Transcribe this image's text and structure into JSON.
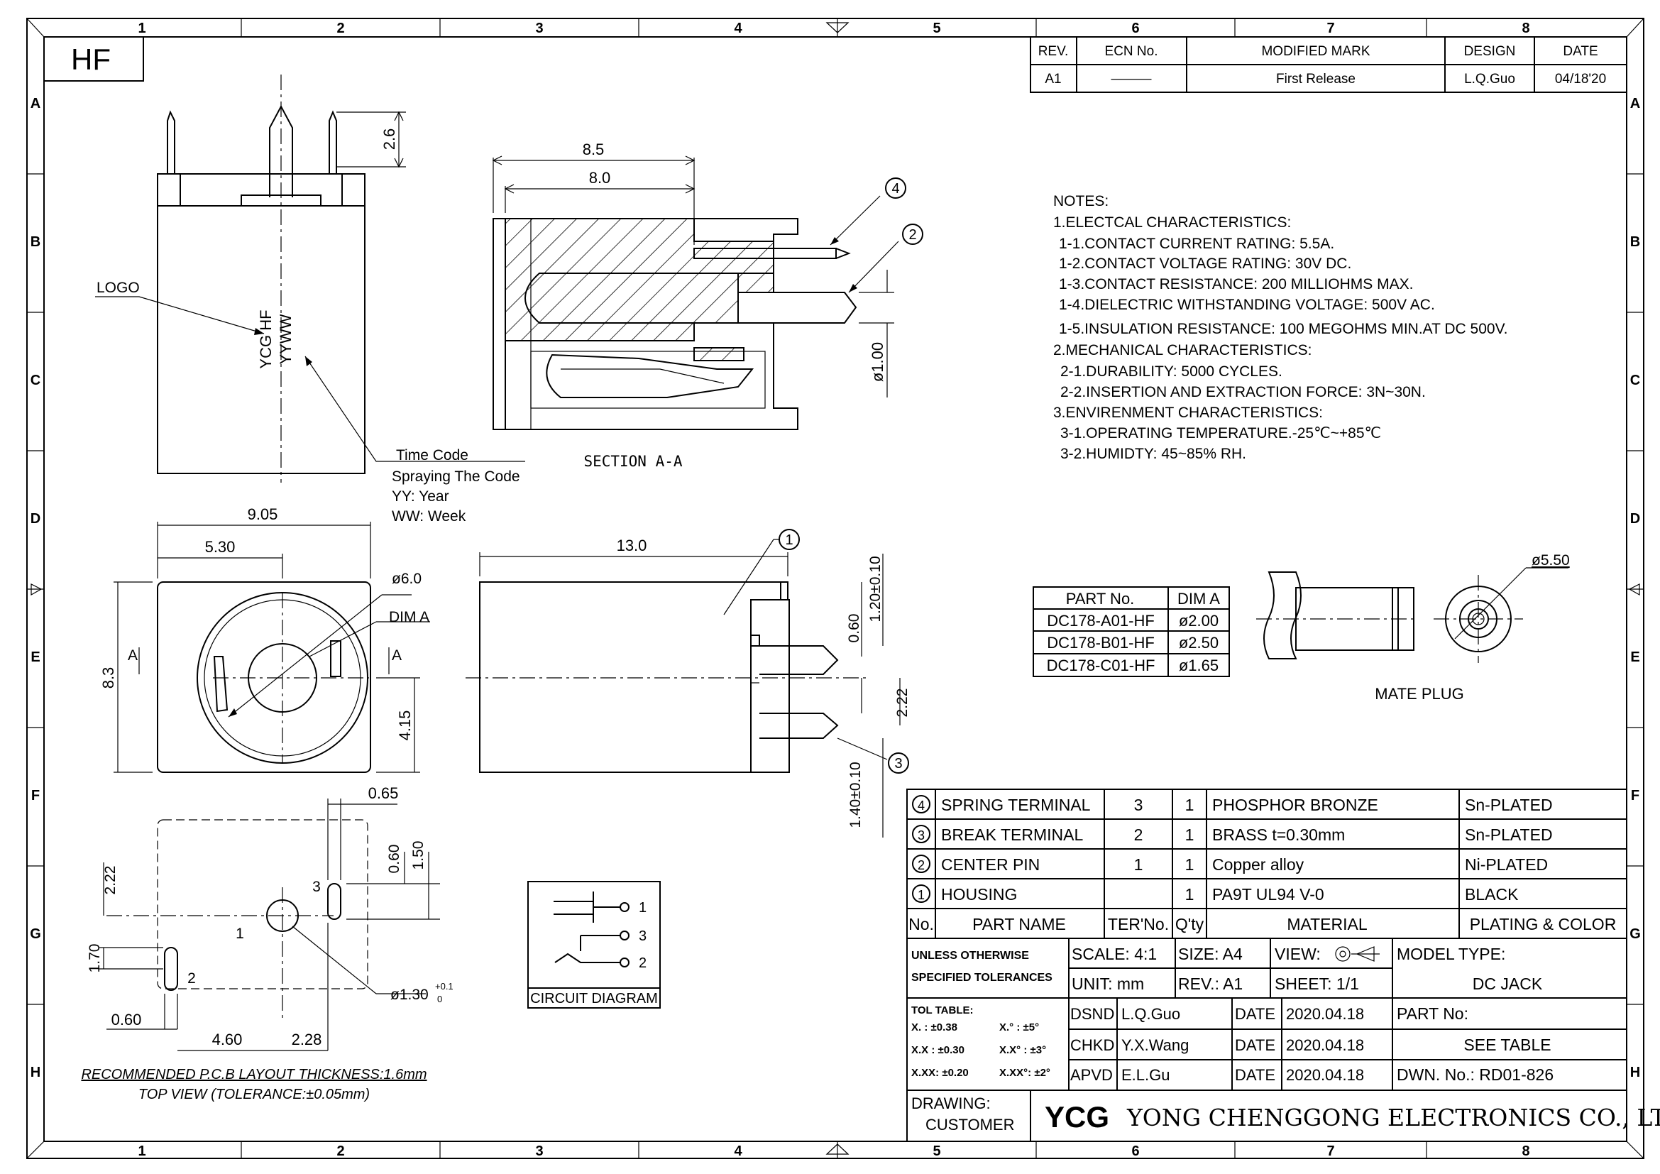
{
  "zones": {
    "columns": [
      "1",
      "2",
      "3",
      "4",
      "5",
      "6",
      "7",
      "8"
    ],
    "rows": [
      "A",
      "B",
      "C",
      "D",
      "E",
      "F",
      "G",
      "H"
    ]
  },
  "hf_badge": "HF",
  "revision": {
    "headers": [
      "REV.",
      "ECN No.",
      "MODIFIED MARK",
      "DESIGN",
      "DATE"
    ],
    "row": [
      "A1",
      "———",
      "First Release",
      "L.Q.Guo",
      "04/18'20"
    ]
  },
  "notes": [
    "NOTES:",
    "1.ELECTCAL CHARACTERISTICS:",
    "1-1.CONTACT CURRENT RATING: 5.5A.",
    "1-2.CONTACT VOLTAGE RATING: 30V DC.",
    "1-3.CONTACT RESISTANCE: 200 MILLIOHMS MAX.",
    "1-4.DIELECTRIC WITHSTANDING VOLTAGE: 500V AC.",
    "1-5.INSULATION RESISTANCE: 100 MEGOHMS MIN.AT DC 500V.",
    "2.MECHANICAL CHARACTERISTICS:",
    "2-1.DURABILITY: 5000 CYCLES.",
    "2-2.INSERTION AND EXTRACTION FORCE: 3N~30N.",
    "3.ENVIRENMENT CHARACTERISTICS:",
    "3-1.OPERATING TEMPERATURE.-25℃~+85℃",
    "3-2.HUMIDTY: 45~85% RH."
  ],
  "side_view": {
    "dim_2_6": "2.6",
    "logo": "LOGO",
    "marking_1": "YCG HF",
    "marking_2": "YYWW",
    "time_code": "Time Code",
    "spraying": "Spraying The Code",
    "yy": "YY: Year",
    "ww": "WW: Week"
  },
  "section_view": {
    "dim_8_5": "8.5",
    "dim_8_0": "8.0",
    "dia_1_00": "ø1.00",
    "callout_4": "4",
    "callout_2": "2",
    "caption": "SECTION A-A"
  },
  "front_view": {
    "dim_9_05": "9.05",
    "dim_5_30": "5.30",
    "dia_6_0": "ø6.0",
    "dim_a": "DIM A",
    "dim_8_3": "8.3",
    "dim_4_15": "4.15",
    "sec_a_left": "A",
    "sec_a_right": "A"
  },
  "right_view": {
    "dim_13_0": "13.0",
    "callout_1": "1",
    "callout_3": "3",
    "dim_0_60": "0.60",
    "dim_1_20": "1.20±0.10",
    "dim_2_22": "2.22",
    "dim_1_40": "1.40±0.10"
  },
  "pcb_view": {
    "dim_0_65": "0.65",
    "dim_0_60_v": "0.60",
    "dim_1_50": "1.50",
    "dim_2_22": "2.22",
    "dim_1_70": "1.70",
    "dim_0_60_h": "0.60",
    "dim_4_60": "4.60",
    "dim_2_28": "2.28",
    "dia_1_30": "ø1.30",
    "tol_up": "+0.1",
    "tol_low": "0",
    "pin1": "1",
    "pin2": "2",
    "pin3": "3",
    "caption_1": "RECOMMENDED P.C.B LAYOUT THICKNESS:1.6mm",
    "caption_2": "TOP VIEW (TOLERANCE:±0.05mm)"
  },
  "circuit": {
    "title": "CIRCUIT DIAGRAM",
    "p1": "1",
    "p2": "2",
    "p3": "3"
  },
  "part_table": {
    "headers": [
      "PART No.",
      "DIM A"
    ],
    "rows": [
      [
        "DC178-A01-HF",
        "ø2.00"
      ],
      [
        "DC178-B01-HF",
        "ø2.50"
      ],
      [
        "DC178-C01-HF",
        "ø1.65"
      ]
    ]
  },
  "mate_plug": {
    "label": "MATE PLUG",
    "dia": "ø5.50"
  },
  "bom": {
    "rows": [
      {
        "no": "4",
        "name": "SPRING TERMINAL",
        "ter": "3",
        "qty": "1",
        "material": "PHOSPHOR BRONZE",
        "plating": "Sn-PLATED"
      },
      {
        "no": "3",
        "name": "BREAK TERMINAL",
        "ter": "2",
        "qty": "1",
        "material": "BRASS t=0.30mm",
        "plating": "Sn-PLATED"
      },
      {
        "no": "2",
        "name": "CENTER PIN",
        "ter": "1",
        "qty": "1",
        "material": "Copper alloy",
        "plating": "Ni-PLATED"
      },
      {
        "no": "1",
        "name": "HOUSING",
        "ter": "",
        "qty": "1",
        "material": "PA9T UL94 V-0",
        "plating": "BLACK"
      }
    ],
    "headers": [
      "No.",
      "PART NAME",
      "TER'No.",
      "Q'ty",
      "MATERIAL",
      "PLATING & COLOR"
    ]
  },
  "title_block": {
    "unless": "UNLESS OTHERWISE",
    "specified": "SPECIFIED TOLERANCES",
    "scale": "SCALE: 4:1",
    "size": "SIZE: A4",
    "view": "VIEW:",
    "unit": "UNIT: mm",
    "rev": "REV.: A1",
    "sheet": "SHEET: 1/1",
    "model_type_label": "MODEL TYPE:",
    "model_type": "DC JACK",
    "tol_table": "TOL TABLE:",
    "tol_rows": [
      [
        "X. : ±0.38",
        "X.° : ±5°"
      ],
      [
        "X.X : ±0.30",
        "X.X° : ±3°"
      ],
      [
        "X.XX: ±0.20",
        "X.XX°: ±2°"
      ]
    ],
    "dsnd": "DSND",
    "dsnd_name": "L.Q.Guo",
    "chkd": "CHKD",
    "chkd_name": "Y.X.Wang",
    "apvd": "APVD",
    "apvd_name": "E.L.Gu",
    "date_label": "DATE",
    "date_value": "2020.04.18",
    "part_no_label": "PART No:",
    "part_no": "SEE TABLE",
    "dwn_no": "DWN. No.: RD01-826",
    "drawing": "DRAWING:",
    "customer": "CUSTOMER",
    "logo": "YCG",
    "company": "YONG CHENGGONG ELECTRONICS CO., LTD."
  }
}
